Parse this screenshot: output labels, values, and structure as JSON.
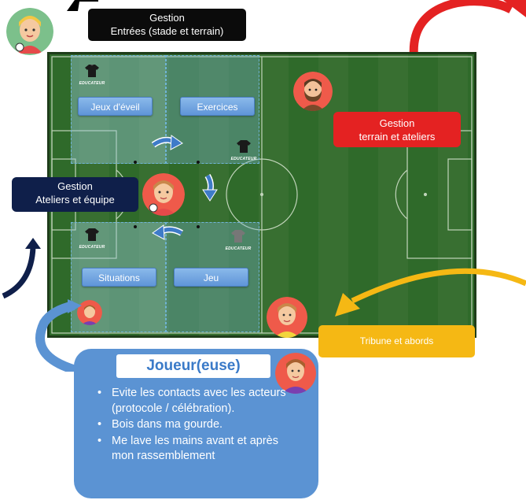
{
  "boxes": {
    "entries_management": "Gestion\nEntrées (stade et terrain)",
    "field_management": "Gestion\nterrain et ateliers",
    "team_management": "Gestion\nAteliers et équipe",
    "stands": "Tribune et abords"
  },
  "zones": {
    "top_left": "Jeux d'éveil",
    "top_right": "Exercices",
    "bottom_left": "Situations",
    "bottom_right": "Jeu"
  },
  "jersey_caption": "EDUCATEUR",
  "player_panel": {
    "title": "Joueur(euse)",
    "bullets": [
      "Evite les contacts avec les acteurs (protocole / célébration).",
      "Bois dans ma gourde.",
      "Me lave les mains avant et après mon rassemblement"
    ]
  },
  "colors": {
    "field": "#2f6a2a",
    "red": "#e42222",
    "navy": "#0f1f4a",
    "yellow": "#f5b814",
    "blue_panel": "#5b93d3"
  }
}
